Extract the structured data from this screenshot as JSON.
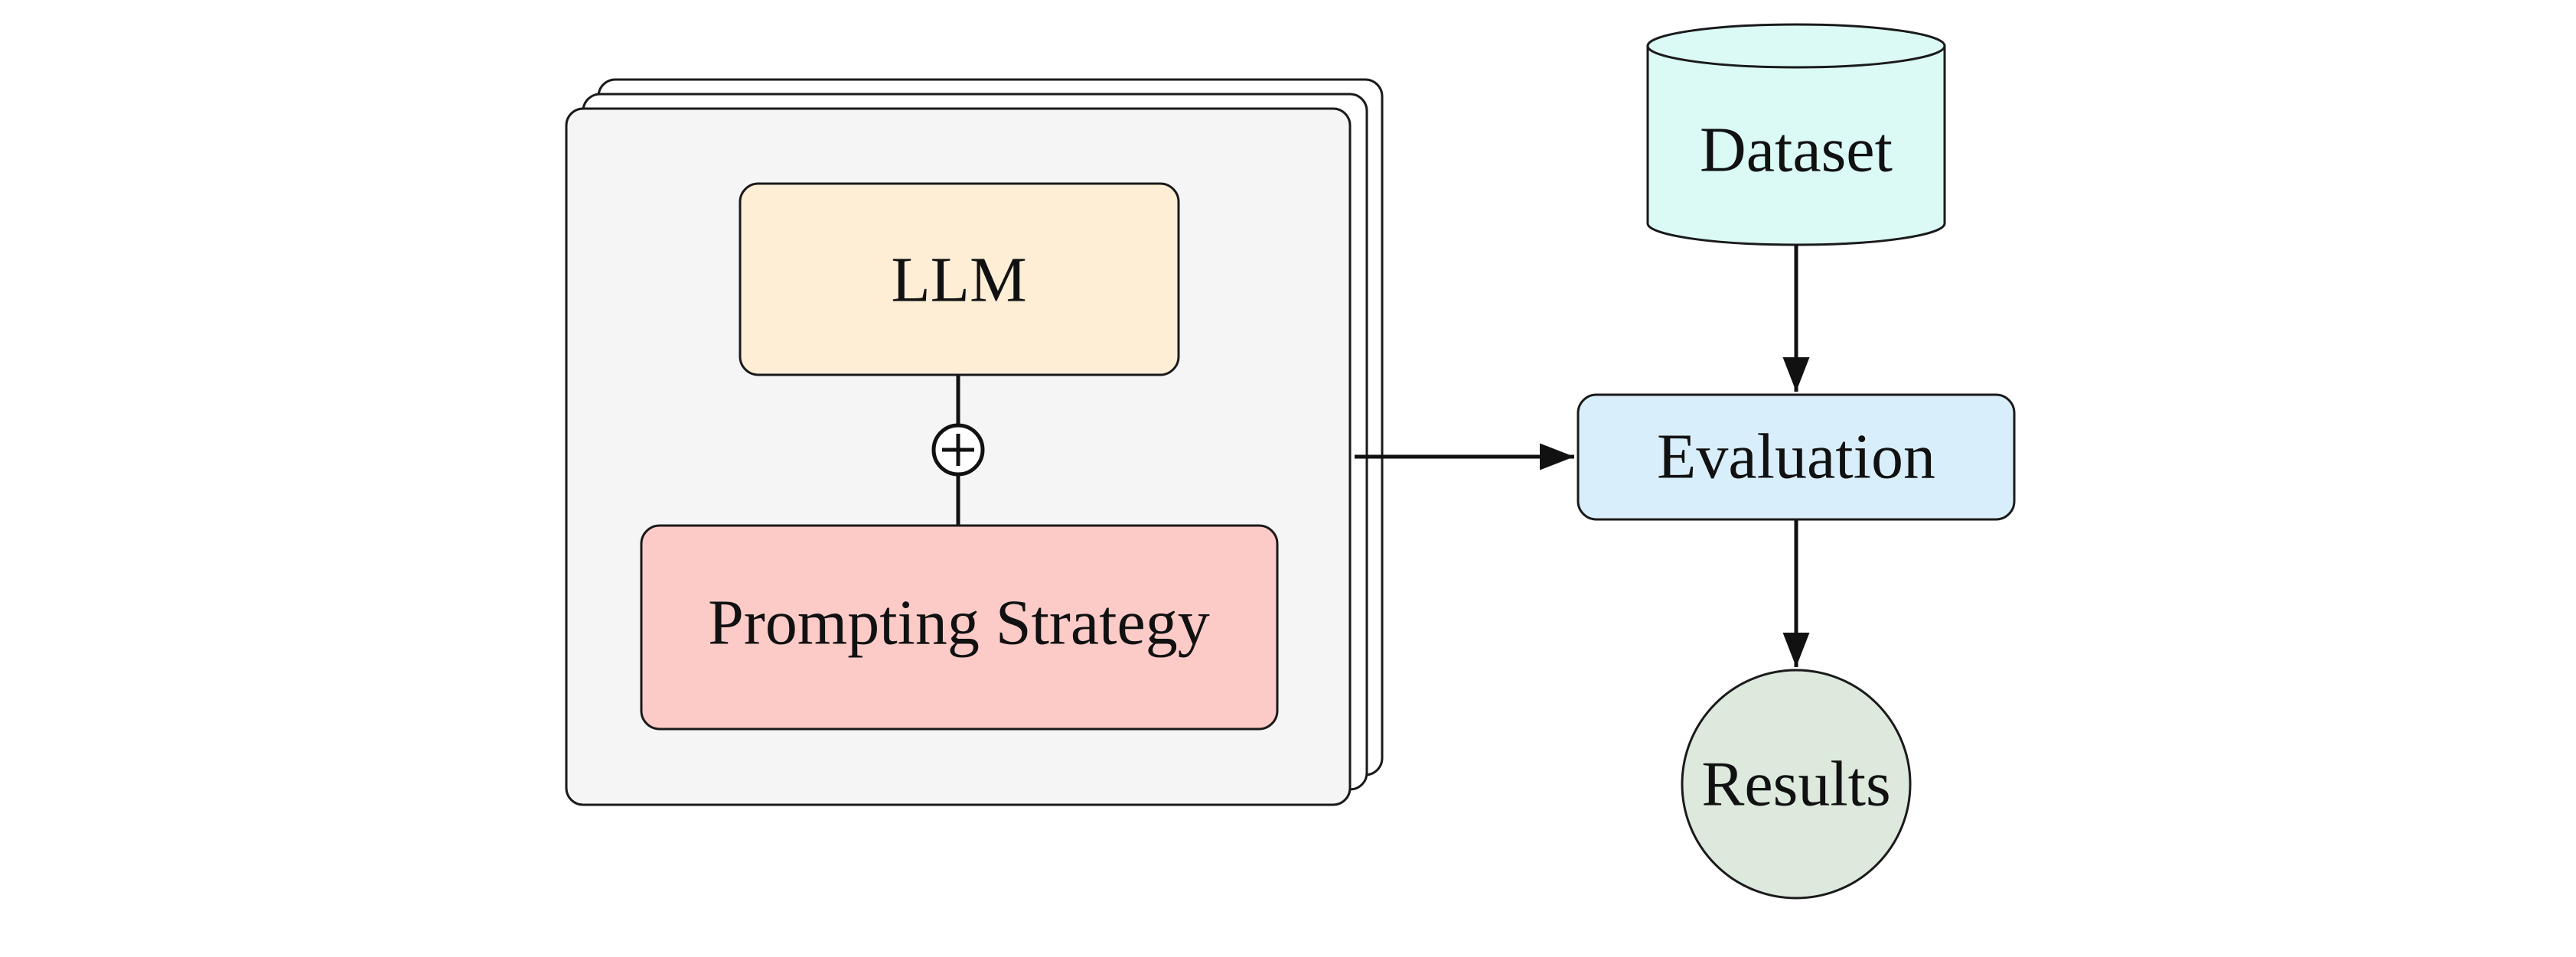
{
  "nodes": {
    "llm": {
      "label": "LLM"
    },
    "prompting_strategy": {
      "label": "Prompting Strategy"
    },
    "dataset": {
      "label": "Dataset"
    },
    "evaluation": {
      "label": "Evaluation"
    },
    "results": {
      "label": "Results"
    }
  },
  "colors": {
    "llm_fill": "#feeed6",
    "prompting_fill": "#fccbc8",
    "dataset_fill": "#dbfaf6",
    "evaluation_fill": "#d9eefb",
    "results_fill": "#dce9dc",
    "stack_fill": "#f5f5f5",
    "stroke": "#1a1a1a"
  },
  "icons": {
    "combine": "circled-plus-icon"
  }
}
